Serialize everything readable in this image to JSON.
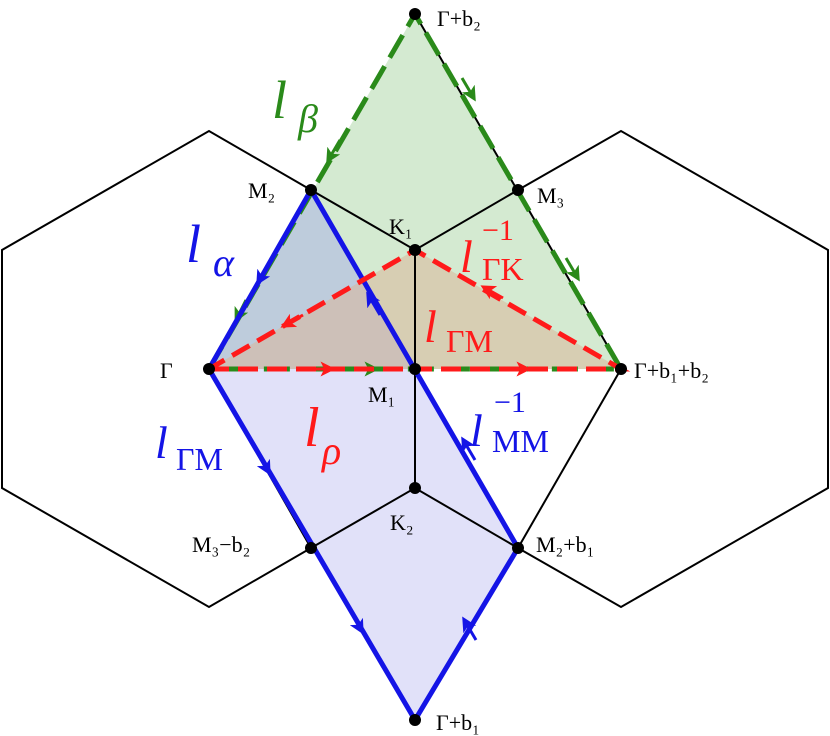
{
  "colors": {
    "green": "#2a8a1a",
    "green_fill": "#cfe8cc",
    "blue": "#1414e6",
    "blue_fill": "#dcdcf8",
    "red": "#ff1a1a",
    "red_fill": "#e8c3a8",
    "overlap_fill": "#b8c9d8",
    "black": "#000000"
  },
  "points": {
    "gamma": "Γ",
    "gamma_b2": "Γ+b₂",
    "gamma_b1_b2": "Γ+b₁+b₂",
    "gamma_b1": "Γ+b₁",
    "m1": "M₁",
    "m2": "M₂",
    "m3": "M₃",
    "m3_minus_b2": "M₃−b₂",
    "m2_plus_b1": "M₂+b₁",
    "k1": "K₁",
    "k2": "K₂"
  },
  "paths": {
    "l_beta": {
      "main": "l",
      "sub": "β"
    },
    "l_alpha": {
      "main": "l",
      "sub": "α"
    },
    "l_rho": {
      "main": "l",
      "sub": "ρ"
    },
    "l_gamma_m_blue": {
      "main": "l",
      "sub": "ΓM"
    },
    "l_gamma_m_red": {
      "main": "l",
      "sub": "ΓM"
    },
    "l_gamma_k_inv": {
      "main": "l",
      "sub": "ΓK",
      "sup": "−1"
    },
    "l_mm_inv": {
      "main": "l",
      "sub": "MM",
      "sup": "−1"
    }
  }
}
